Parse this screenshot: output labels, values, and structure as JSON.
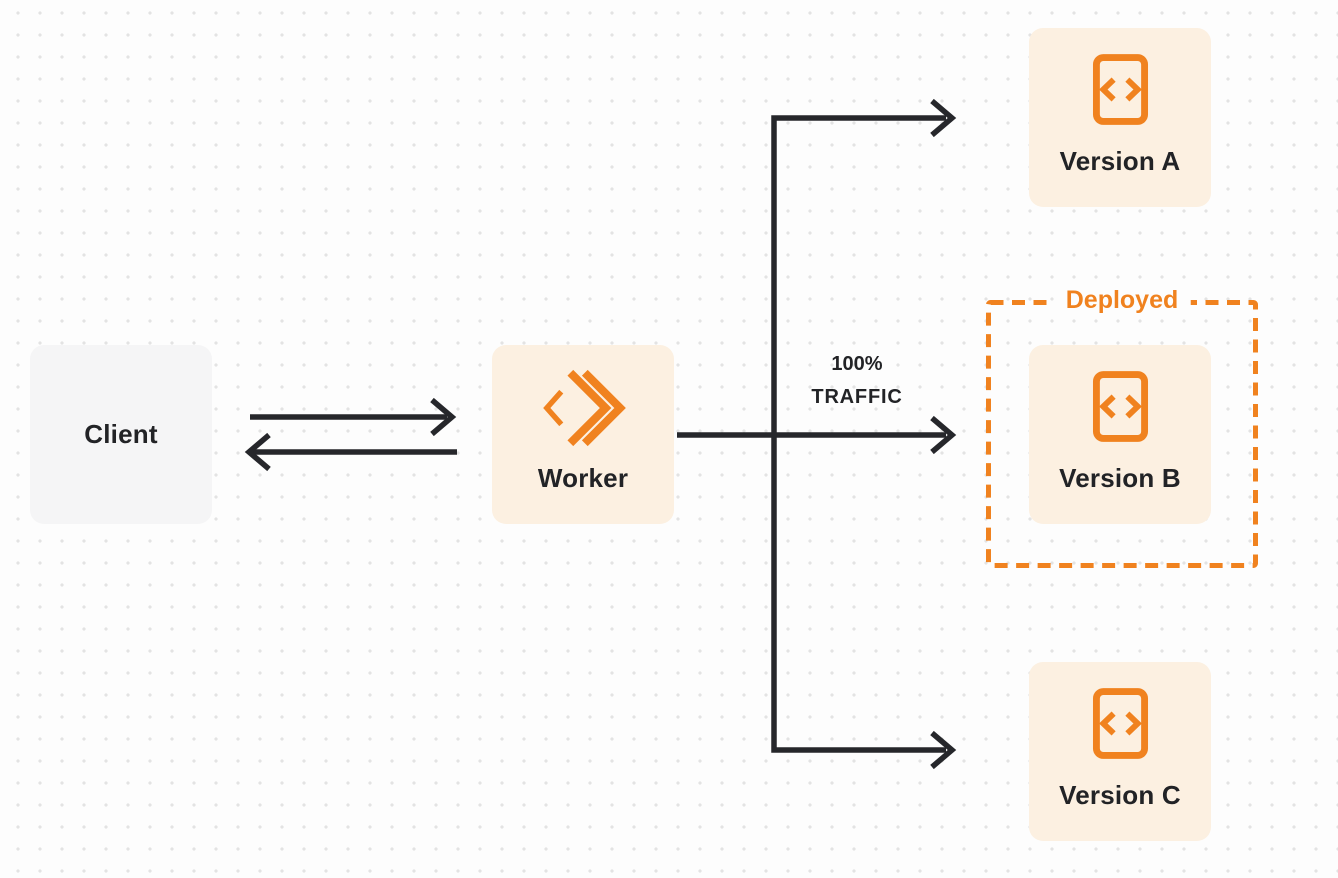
{
  "colors": {
    "page_bg": "#FDFDFD",
    "dot_color": "#E3E3E3",
    "node_cream": "#FCF0E1",
    "node_gray": "#F5F5F6",
    "accent_orange": "#F0821F",
    "line_dark": "#26272B",
    "text_dark": "#222326"
  },
  "nodes": {
    "client": {
      "label": "Client"
    },
    "worker": {
      "label": "Worker"
    },
    "version_a": {
      "label": "Version A"
    },
    "version_b": {
      "label": "Version B"
    },
    "version_c": {
      "label": "Version C"
    }
  },
  "edges": {
    "worker_to_version_b": {
      "label_line1": "100%",
      "label_line2": "TRAFFIC"
    }
  },
  "deployed_badge": {
    "label": "Deployed"
  },
  "icons": {
    "worker_icon": "workers-logo-icon",
    "version_icon": "code-file-icon"
  }
}
